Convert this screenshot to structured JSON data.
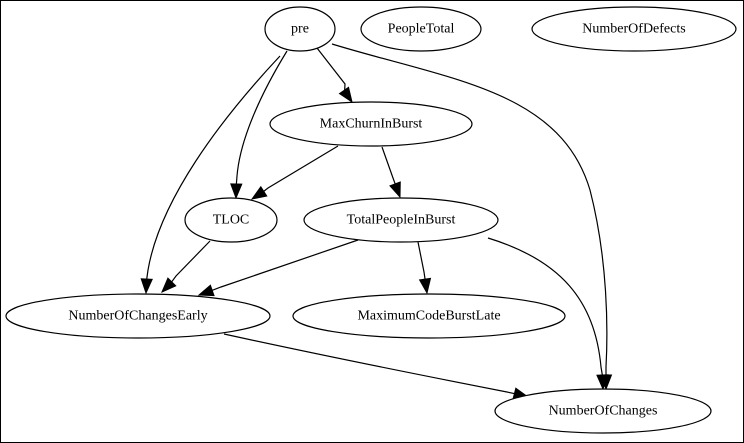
{
  "graph": {
    "nodes": [
      {
        "id": "pre",
        "label": "pre"
      },
      {
        "id": "PeopleTotal",
        "label": "PeopleTotal"
      },
      {
        "id": "NumberOfDefects",
        "label": "NumberOfDefects"
      },
      {
        "id": "MaxChurnInBurst",
        "label": "MaxChurnInBurst"
      },
      {
        "id": "TLOC",
        "label": "TLOC"
      },
      {
        "id": "TotalPeopleInBurst",
        "label": "TotalPeopleInBurst"
      },
      {
        "id": "NumberOfChangesEarly",
        "label": "NumberOfChangesEarly"
      },
      {
        "id": "MaximumCodeBurstLate",
        "label": "MaximumCodeBurstLate"
      },
      {
        "id": "NumberOfChanges",
        "label": "NumberOfChanges"
      }
    ],
    "edges": [
      {
        "from": "pre",
        "to": "MaxChurnInBurst"
      },
      {
        "from": "pre",
        "to": "TLOC"
      },
      {
        "from": "pre",
        "to": "NumberOfChangesEarly"
      },
      {
        "from": "pre",
        "to": "NumberOfChanges"
      },
      {
        "from": "MaxChurnInBurst",
        "to": "TLOC"
      },
      {
        "from": "MaxChurnInBurst",
        "to": "TotalPeopleInBurst"
      },
      {
        "from": "TLOC",
        "to": "NumberOfChangesEarly"
      },
      {
        "from": "TotalPeopleInBurst",
        "to": "NumberOfChangesEarly"
      },
      {
        "from": "TotalPeopleInBurst",
        "to": "MaximumCodeBurstLate"
      },
      {
        "from": "TotalPeopleInBurst",
        "to": "NumberOfChanges"
      },
      {
        "from": "NumberOfChangesEarly",
        "to": "NumberOfChanges"
      }
    ]
  }
}
